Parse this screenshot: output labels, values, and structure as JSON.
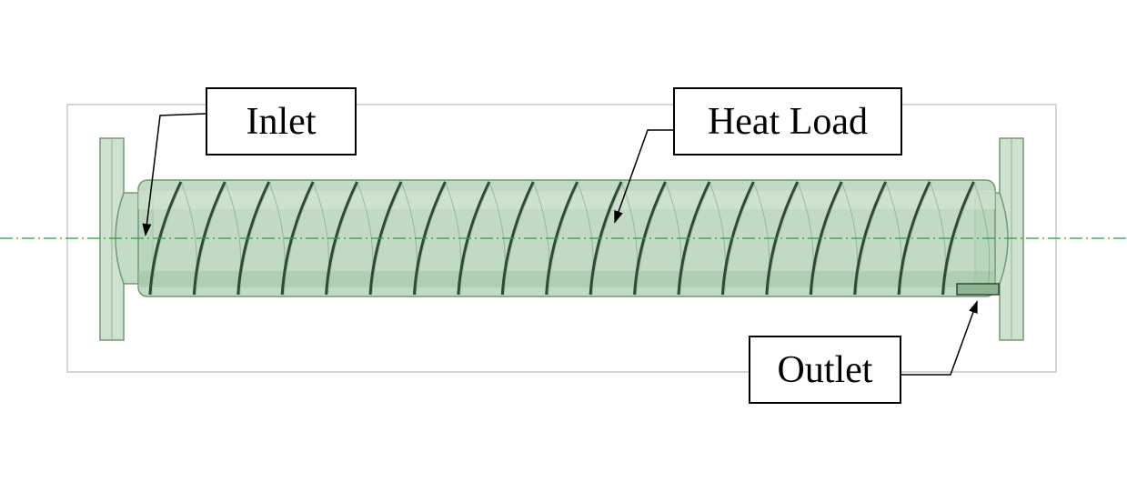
{
  "labels": {
    "inlet": "Inlet",
    "heat_load": "Heat Load",
    "outlet": "Outlet"
  },
  "colors": {
    "tube_fill": "#b7d3b8",
    "tube_edge": "#6f9a73",
    "coil": "#2f4a36",
    "axis": "#22a33a",
    "frame": "#c8c8c8"
  },
  "coil": {
    "turns": 19
  }
}
